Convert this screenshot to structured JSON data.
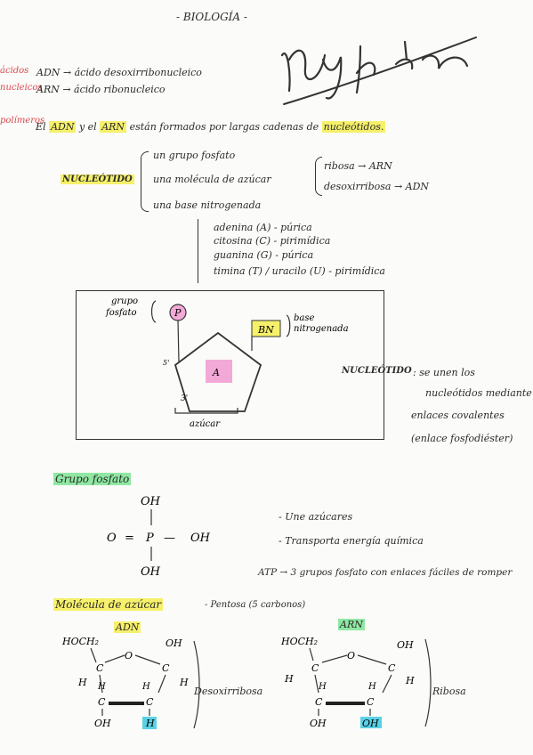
{
  "title": "- BIOLOGÍA -",
  "margin_notes": [
    "ácidos",
    "nucleicos",
    "polímeros"
  ],
  "defs": [
    "ADN → ácido desoxirribonucleico",
    "ARN → ácido ribonucleico"
  ],
  "intro": {
    "pre": "El",
    "adn": "ADN",
    "mid": "y el",
    "arn": "ARN",
    "post": "están formados por largas cadenas de",
    "term": "nucleótidos."
  },
  "nucleotido_label": "NUCLEÓTIDO",
  "components": [
    "un grupo fosfato",
    "una molécula de azúcar",
    "una base nitrogenada"
  ],
  "sugars": [
    "ribosa → ARN",
    "desoxirribosa → ADN"
  ],
  "bases": [
    "adenina (A) - púrica",
    "citosina (C) - pirimídica",
    "guanina (G) - púrica",
    "timina (T) / uracilo (U) - pirimídica"
  ],
  "diagram": {
    "grupo_fosfato": [
      "grupo",
      "fosfato"
    ],
    "p": "P",
    "bn": "BN",
    "base_nitrogenada": [
      "base",
      "nitrogenada"
    ],
    "a": "A",
    "five": "5'",
    "three": "3'",
    "azucar": "azúcar"
  },
  "nucleotido_note": {
    "label": "NUCLEÓTIDO",
    "lines": [
      ": se unen los",
      "nucleótidos mediante",
      "enlaces covalentes",
      "(enlace fosfodiéster)"
    ]
  },
  "grupo_fosfato_heading": "Grupo fosfato",
  "phosphate": {
    "oh_top": "OH",
    "o": "O",
    "eq": "=",
    "p": "P",
    "dash": "—",
    "oh_right": "OH",
    "oh_bottom": "OH"
  },
  "phosphate_notes": [
    "- Une azúcares",
    "- Transporta energía química"
  ],
  "atp_note": "ATP → 3 grupos fosfato con enlaces fáciles de romper",
  "azucar_heading": "Molécula de azúcar",
  "pentosa": "- Pentosa (5 carbonos)",
  "adn_label": "ADN",
  "arn_label": "ARN",
  "sugar_adn": {
    "hoch2": "HOCH₂",
    "o": "O",
    "oh": "OH",
    "c": "C",
    "h": "H",
    "oh_b": "OH",
    "h_b": "H"
  },
  "sugar_arn": {
    "hoch2": "HOCH₂",
    "o": "O",
    "oh": "OH",
    "c": "C",
    "h": "H",
    "oh_b": "OH"
  },
  "desoxirribosa": "Desoxirribosa",
  "ribosa": "Ribosa"
}
